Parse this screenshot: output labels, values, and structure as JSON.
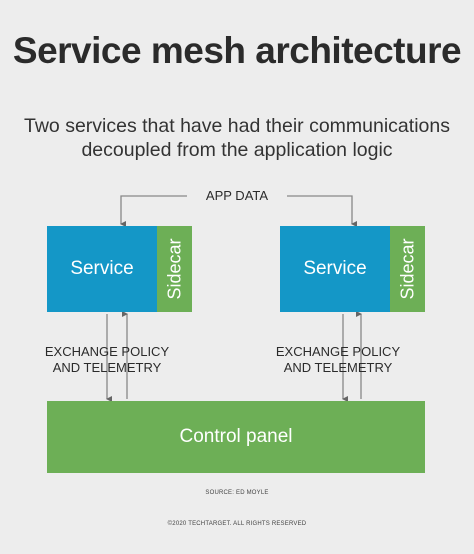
{
  "title": "Service mesh architecture",
  "subtitle_lines": [
    "Two services that have had their communications",
    "decoupled from the application logic"
  ],
  "labels": {
    "app_data": "APP DATA",
    "exchange_line1": "EXCHANGE POLICY",
    "exchange_line2": "AND TELEMETRY"
  },
  "left_service": {
    "service": "Service",
    "sidecar": "Sidecar"
  },
  "right_service": {
    "service": "Service",
    "sidecar": "Sidecar"
  },
  "control_panel": "Control panel",
  "credits": {
    "source": "SOURCE: ED MOYLE",
    "copyright": "©2020 TECHTARGET. ALL RIGHTS RESERVED"
  },
  "colors": {
    "service": "#1497c7",
    "sidecar": "#6daf56",
    "control_panel": "#6daf56",
    "background": "#ededed"
  }
}
